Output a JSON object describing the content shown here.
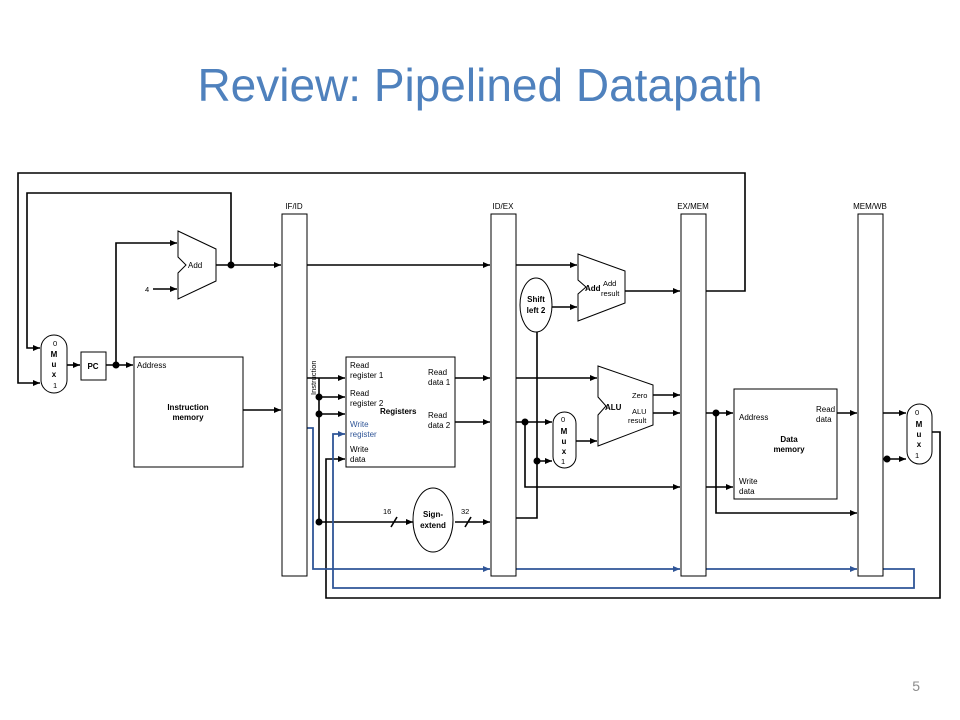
{
  "title": "Review: Pipelined Datapath",
  "slide_number": "5",
  "pipeline_registers": [
    "IF/ID",
    "ID/EX",
    "EX/MEM",
    "MEM/WB"
  ],
  "constants": {
    "four": "4",
    "bits16": "16",
    "bits32": "32"
  },
  "mux": {
    "top": "0",
    "bottom": "1",
    "letters": [
      "M",
      "u",
      "x"
    ]
  },
  "pc": "PC",
  "adder1": "Add",
  "instruction_memory": {
    "port": "Address",
    "name": [
      "Instruction",
      "memory"
    ]
  },
  "instruction_label": "Instruction",
  "registers": {
    "name": "Registers",
    "read_register_1": [
      "Read",
      "register 1"
    ],
    "read_register_2": [
      "Read",
      "register 2"
    ],
    "write_register": [
      "Write",
      "register"
    ],
    "write_data": [
      "Write",
      "data"
    ],
    "read_data_1": [
      "Read",
      "data 1"
    ],
    "read_data_2": [
      "Read",
      "data 2"
    ]
  },
  "sign_extend": [
    "Sign-",
    "extend"
  ],
  "shift_left_2": [
    "Shift",
    "left 2"
  ],
  "branch_adder": {
    "name": "Add",
    "result": [
      "Add",
      "result"
    ]
  },
  "alu": {
    "name": "ALU",
    "zero": "Zero",
    "result": [
      "ALU",
      "result"
    ]
  },
  "data_memory": {
    "address": "Address",
    "read_data": [
      "Read",
      "data"
    ],
    "write_data": [
      "Write",
      "data"
    ],
    "name": [
      "Data",
      "memory"
    ]
  },
  "colors": {
    "title": "#4f81bd",
    "write_register_path": "#2f5597",
    "wire": "#000000"
  }
}
